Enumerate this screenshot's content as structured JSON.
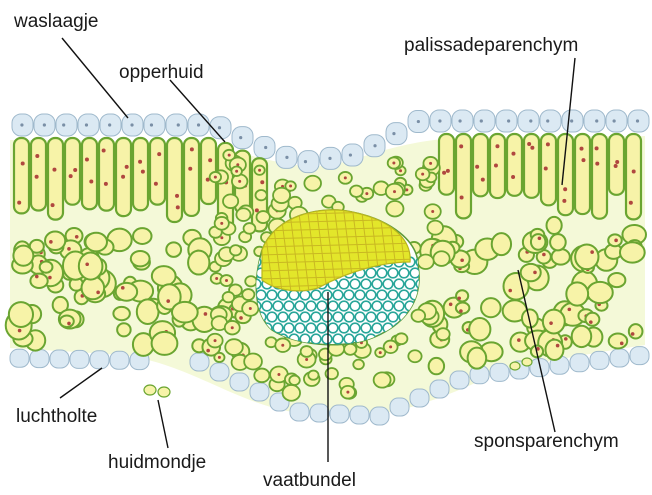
{
  "labels": {
    "waslaagje": "waslaagje",
    "opperhuid": "opperhuid",
    "palissadeparenchym": "palissadeparenchym",
    "luchtholte": "luchtholte",
    "huidmondje": "huidmondje",
    "vaatbundel": "vaatbundel",
    "sponsparenchym": "sponsparenchym"
  },
  "colors": {
    "epidermis_fill": "#dbe9f3",
    "epidermis_stroke": "#9fb9cc",
    "cuticle": "#c9dde9",
    "cell_fill": "#f7f3a8",
    "cell_stroke": "#6aa531",
    "chloroplast": "#9bc93d",
    "nucleus": "#b0473f",
    "xylem_fill": "#e3e62a",
    "xylem_line": "#c9b822",
    "phloem_fill": "#ffffff",
    "phloem_stroke": "#2aa69a"
  }
}
